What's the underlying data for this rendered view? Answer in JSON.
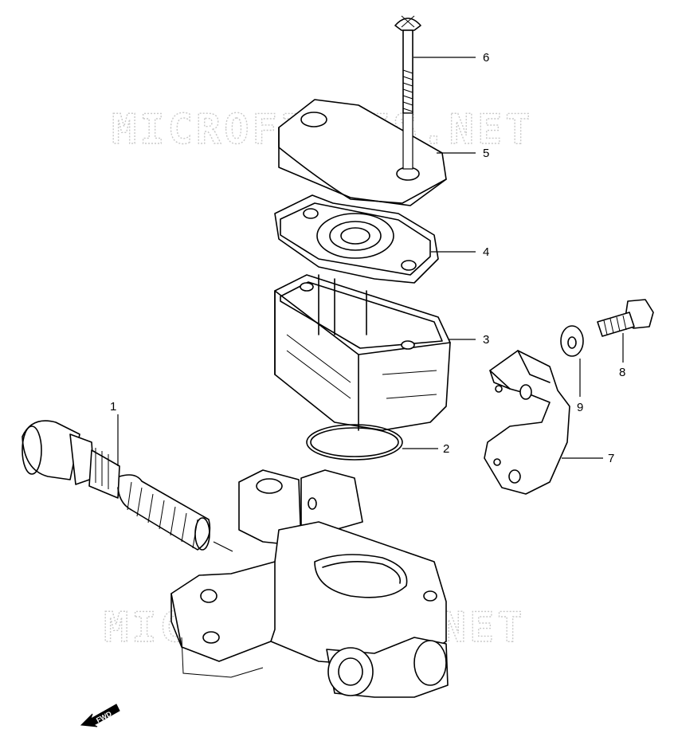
{
  "watermark": {
    "text": "MICROFICHES.NET"
  },
  "callouts": [
    {
      "id": "1",
      "label": "1"
    },
    {
      "id": "2",
      "label": "2"
    },
    {
      "id": "3",
      "label": "3"
    },
    {
      "id": "4",
      "label": "4"
    },
    {
      "id": "5",
      "label": "5"
    },
    {
      "id": "6",
      "label": "6"
    },
    {
      "id": "7",
      "label": "7"
    },
    {
      "id": "8",
      "label": "8"
    },
    {
      "id": "9",
      "label": "9"
    }
  ],
  "direction_marker": {
    "label": "FWD",
    "icon": "fwd-arrow-icon"
  }
}
